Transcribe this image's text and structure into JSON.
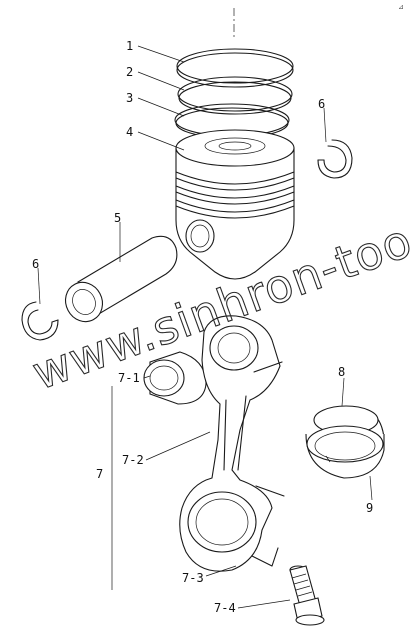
{
  "watermark": "www.sinhron-too.kz",
  "corner_mark": "⊿",
  "callouts": [
    {
      "id": "1",
      "text": "1"
    },
    {
      "id": "2",
      "text": "2"
    },
    {
      "id": "3",
      "text": "3"
    },
    {
      "id": "4",
      "text": "4"
    },
    {
      "id": "5",
      "text": "5"
    },
    {
      "id": "6a",
      "text": "6"
    },
    {
      "id": "6b",
      "text": "6"
    },
    {
      "id": "7",
      "text": "7"
    },
    {
      "id": "7-1",
      "text": "7-1"
    },
    {
      "id": "7-2",
      "text": "7-2"
    },
    {
      "id": "7-3",
      "text": "7-3"
    },
    {
      "id": "7-4",
      "text": "7-4"
    },
    {
      "id": "8",
      "text": "8"
    },
    {
      "id": "9",
      "text": "9"
    }
  ]
}
